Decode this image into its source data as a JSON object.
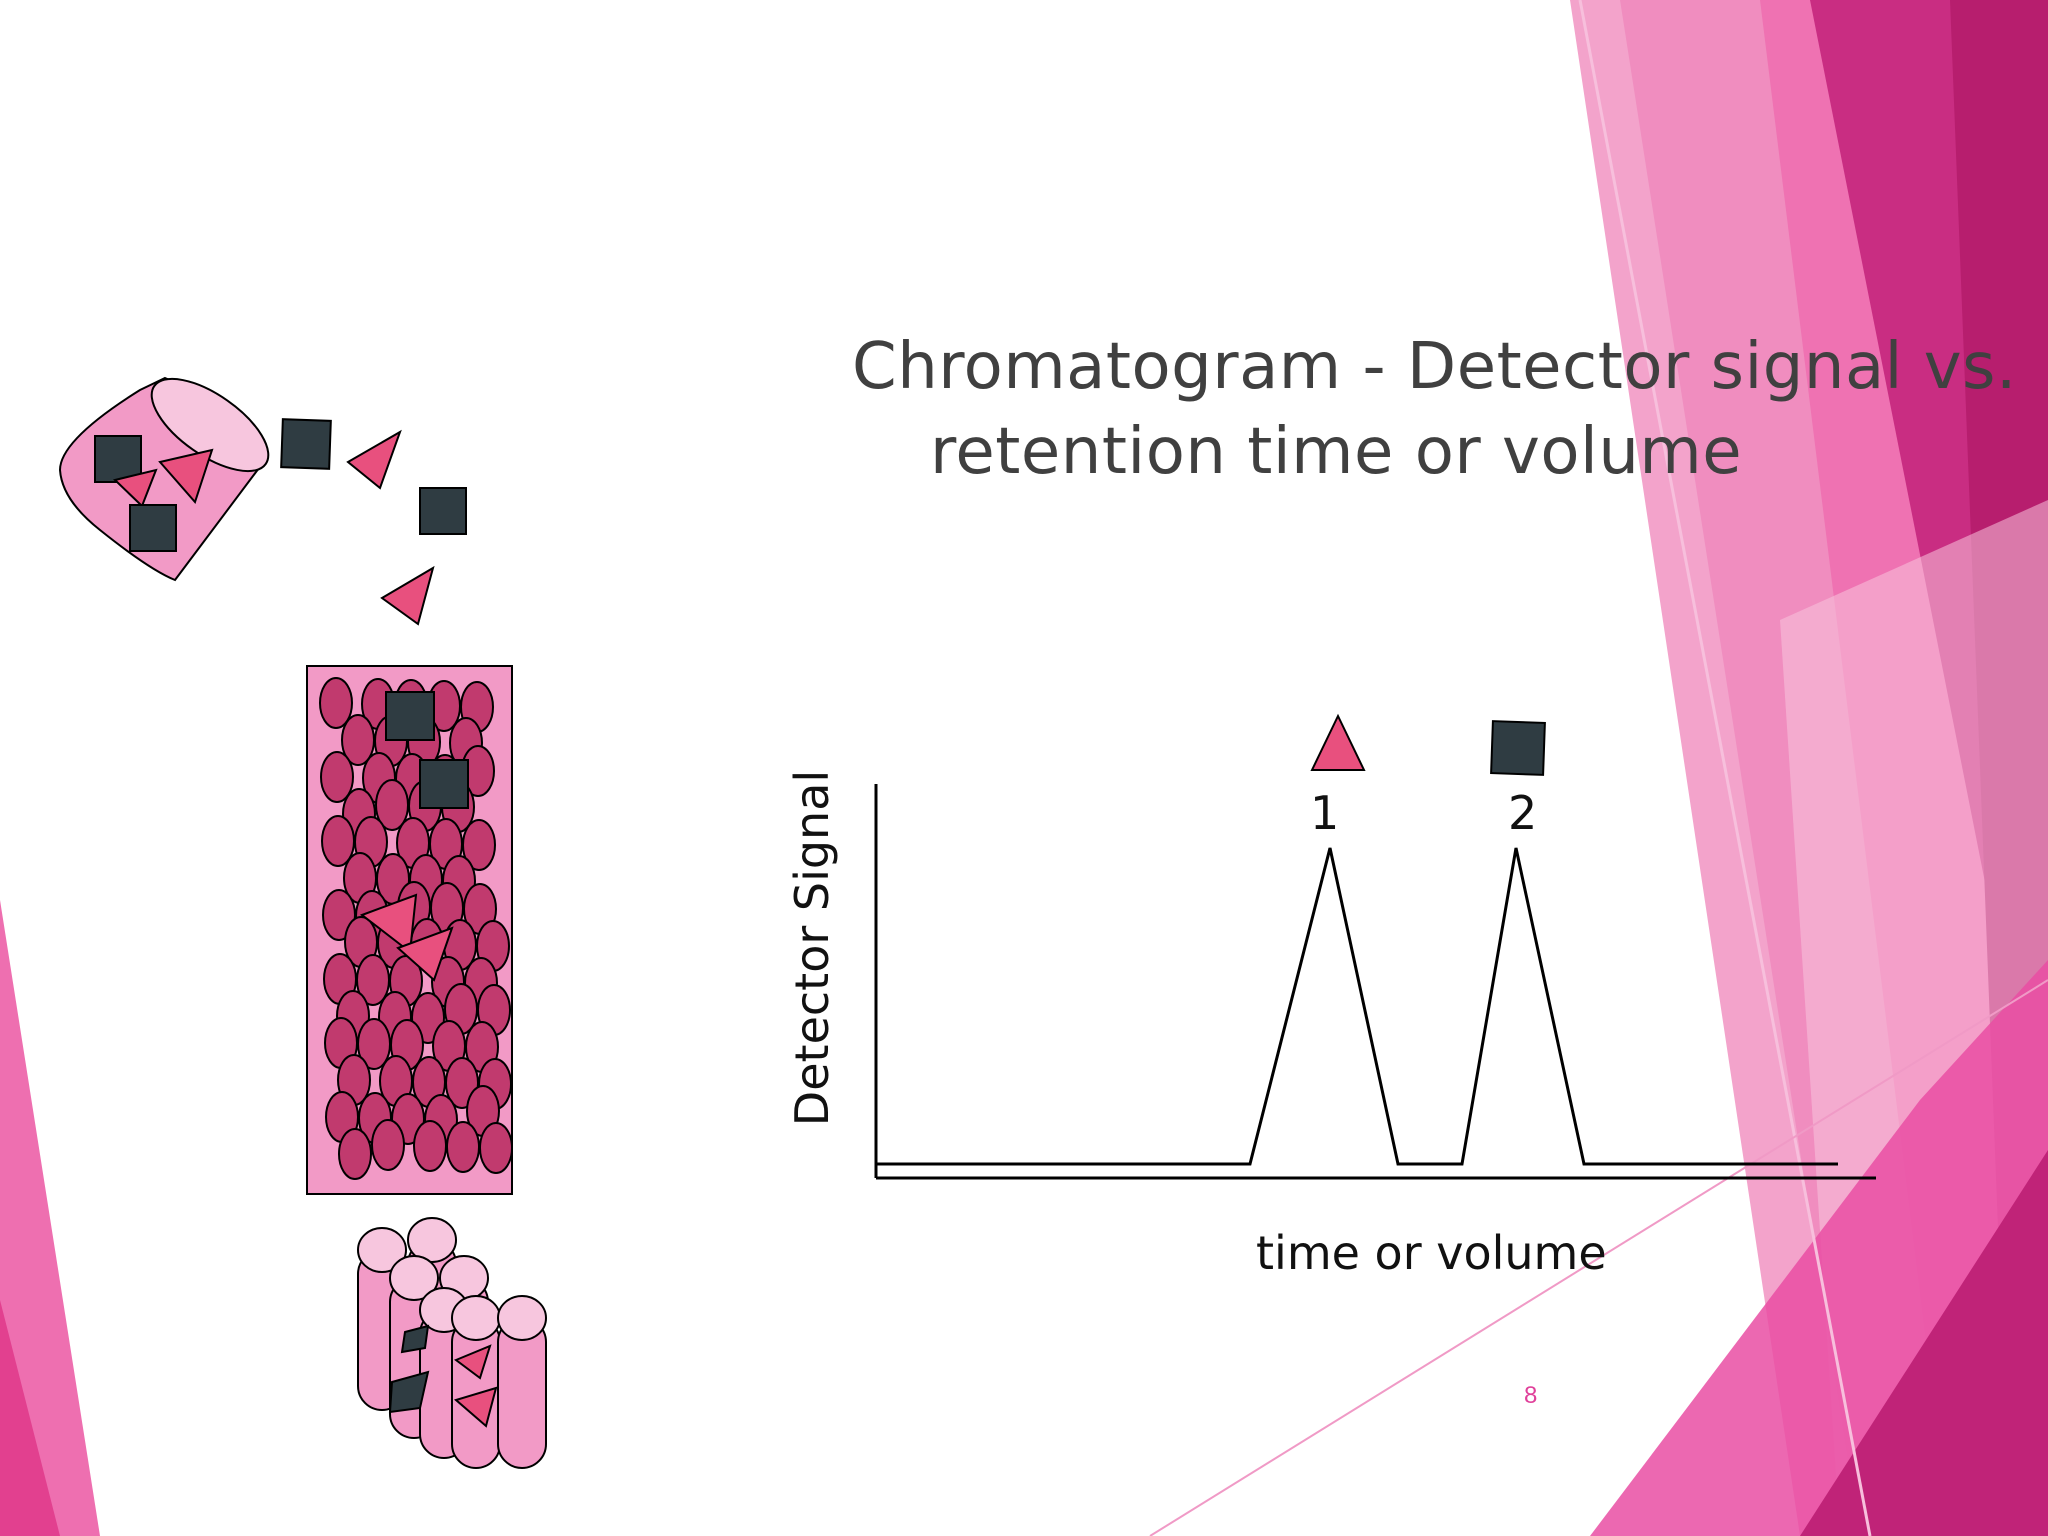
{
  "slide": {
    "title_line_1": "Chromatogram - Detector signal vs.",
    "title_line_2": "retention time or volume",
    "page_number": "8"
  },
  "chromatogram": {
    "y_axis_label": "Detector Signal",
    "x_axis_label": "time or volume",
    "peaks": [
      {
        "label": "1",
        "marker": "triangle-icon",
        "color": "#e8507e"
      },
      {
        "label": "2",
        "marker": "square-icon",
        "color": "#2f3c42"
      }
    ]
  },
  "colors": {
    "accent_magenta": "#c0297a",
    "pink_light": "#f4a6cc",
    "pink_mid": "#ee6fb0",
    "bead_fill": "#c13a6e",
    "triangle": "#e8507e",
    "square": "#2f3c42",
    "text": "#404040"
  }
}
